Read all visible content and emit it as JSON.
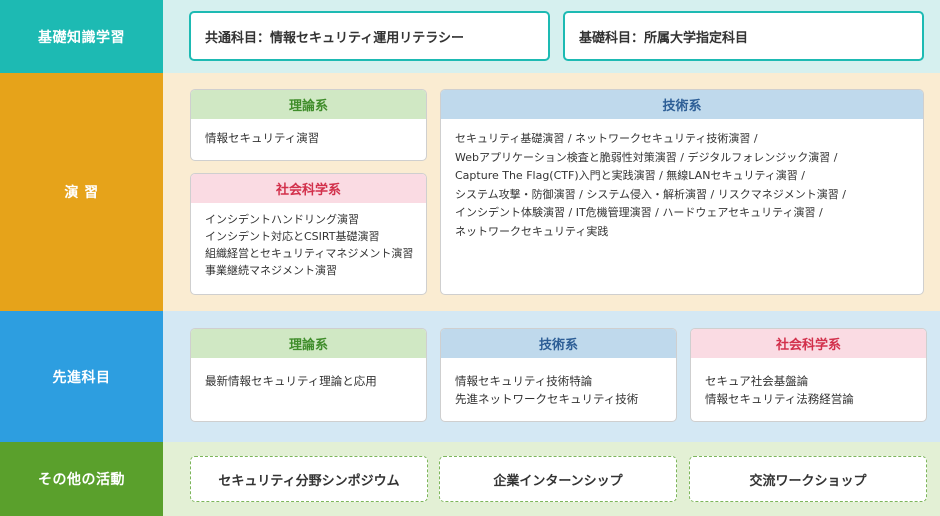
{
  "rows": {
    "basic": {
      "label": "基礎知識学習",
      "boxes": [
        "共通科目：情報セキュリティ運用リテラシー",
        "基礎科目：所属大学指定科目"
      ]
    },
    "exercise": {
      "label": "演 習",
      "theory": {
        "title": "理論系",
        "items": [
          "情報セキュリティ演習"
        ]
      },
      "social": {
        "title": "社会科学系",
        "items": [
          "インシデントハンドリング演習",
          "インシデント対応とCSIRT基礎演習",
          "組織経営とセキュリティマネジメント演習",
          "事業継続マネジメント演習"
        ]
      },
      "tech": {
        "title": "技術系",
        "lines": [
          "セキュリティ基礎演習 / ネットワークセキュリティ技術演習 /",
          "Webアプリケーション検査と脆弱性対策演習 / デジタルフォレンジック演習 /",
          "Capture The Flag(CTF)入門と実践演習 / 無線LANセキュリティ演習 /",
          "システム攻撃・防御演習 / システム侵入・解析演習 / リスクマネジメント演習 /",
          "インシデント体験演習 / IT危機管理演習 / ハードウェアセキュリティ演習 /",
          "ネットワークセキュリティ実践"
        ]
      }
    },
    "advanced": {
      "label": "先進科目",
      "theory": {
        "title": "理論系",
        "items": [
          "最新情報セキュリティ理論と応用"
        ]
      },
      "tech": {
        "title": "技術系",
        "items": [
          "情報セキュリティ技術特論",
          "先進ネットワークセキュリティ技術"
        ]
      },
      "social": {
        "title": "社会科学系",
        "items": [
          "セキュア社会基盤論",
          "情報セキュリティ法務経営論"
        ]
      }
    },
    "other": {
      "label": "その他の活動",
      "boxes": [
        "セキュリティ分野シンポジウム",
        "企業インターンシップ",
        "交流ワークショップ"
      ]
    }
  },
  "colors": {
    "basic": "#1dbab3",
    "exercise": "#e6a31a",
    "advanced": "#2d9ee0",
    "other": "#5aa02c",
    "theory_head": "#d0e8c4",
    "tech_head": "#bfd9ec",
    "social_head": "#fadbe3"
  }
}
